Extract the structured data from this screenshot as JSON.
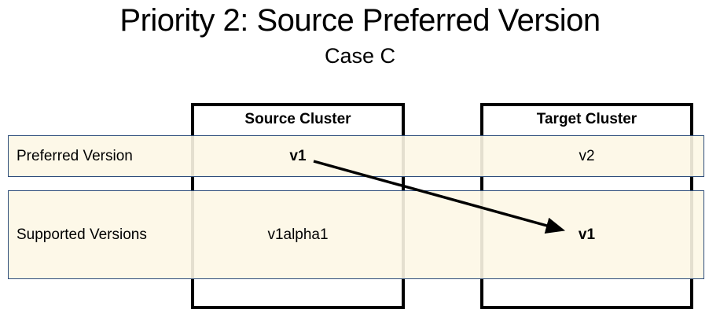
{
  "title": "Priority 2: Source Preferred Version",
  "subtitle": "Case C",
  "diagram": {
    "columns": [
      {
        "label": "Source Cluster"
      },
      {
        "label": "Target Cluster"
      }
    ],
    "rows": [
      {
        "label": "Preferred Version"
      },
      {
        "label": "Supported Versions"
      }
    ],
    "cells": {
      "source_preferred": "v1",
      "target_preferred": "v2",
      "source_supported": "v1alpha1",
      "target_supported": "v1"
    },
    "arrow": {
      "from": "source_preferred",
      "to": "target_supported"
    }
  },
  "colors": {
    "row_fill": "rgba(253,247,230,0.9)",
    "row_border": "#2e4d7b",
    "box_border": "#000000",
    "arrow": "#000000",
    "text": "#000000",
    "background": "#ffffff"
  }
}
